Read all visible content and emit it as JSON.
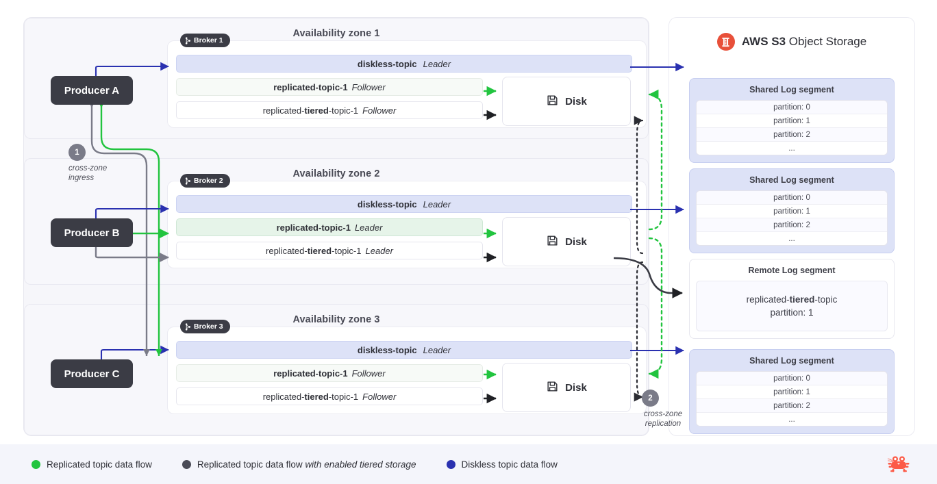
{
  "zones": [
    {
      "title": "Availability zone 1",
      "broker": "Broker 1",
      "topics": [
        {
          "name": "diskless-topic",
          "role": "Leader",
          "style": "diskless"
        },
        {
          "name": "replicated-topic-1",
          "role": "Follower",
          "style": "repl-follower"
        },
        {
          "name_pre": "replicated-",
          "name_bold": "tiered",
          "name_post": "-topic-1",
          "role": "Follower",
          "style": "tiered"
        }
      ],
      "disk": "Disk"
    },
    {
      "title": "Availability zone 2",
      "broker": "Broker 2",
      "topics": [
        {
          "name": "diskless-topic",
          "role": "Leader",
          "style": "diskless"
        },
        {
          "name": "replicated-topic-1",
          "role": "Leader",
          "style": "repl-leader"
        },
        {
          "name_pre": "replicated-",
          "name_bold": "tiered",
          "name_post": "-topic-1",
          "role": "Leader",
          "style": "tiered"
        }
      ],
      "disk": "Disk"
    },
    {
      "title": "Availability zone 3",
      "broker": "Broker 3",
      "topics": [
        {
          "name": "diskless-topic",
          "role": "Leader",
          "style": "diskless"
        },
        {
          "name": "replicated-topic-1",
          "role": "Follower",
          "style": "repl-follower"
        },
        {
          "name_pre": "replicated-",
          "name_bold": "tiered",
          "name_post": "-topic-1",
          "role": "Follower",
          "style": "tiered"
        }
      ],
      "disk": "Disk"
    }
  ],
  "producers": [
    {
      "label": "Producer A"
    },
    {
      "label": "Producer B"
    },
    {
      "label": "Producer C"
    }
  ],
  "steps": [
    {
      "number": "1",
      "label_line1": "cross-zone",
      "label_line2": "ingress"
    },
    {
      "number": "2",
      "label_line1": "cross-zone",
      "label_line2": "replication"
    }
  ],
  "storage": {
    "title_bold": "AWS S3",
    "title_rest": " Object Storage",
    "logo_icon": "aws-s3-icon",
    "segments": [
      {
        "title": "Shared Log segment",
        "type": "shared",
        "partitions": [
          "partition: 0",
          "partition: 1",
          "partition: 2",
          "..."
        ]
      },
      {
        "title": "Shared Log segment",
        "type": "shared",
        "partitions": [
          "partition: 0",
          "partition: 1",
          "partition: 2",
          "..."
        ]
      },
      {
        "title": "Remote Log segment",
        "type": "remote",
        "body_pre": "replicated-",
        "body_bold": "tiered",
        "body_post": "-topic",
        "body_line2": "partition: 1"
      },
      {
        "title": "Shared Log segment",
        "type": "shared",
        "partitions": [
          "partition: 0",
          "partition: 1",
          "partition: 2",
          "..."
        ]
      }
    ]
  },
  "legend": [
    {
      "color": "#22c43f",
      "text": "Replicated topic data flow",
      "italic": ""
    },
    {
      "color": "#4b4c57",
      "text": "Replicated topic data flow ",
      "italic": "with enabled tiered storage"
    },
    {
      "color": "#2a31b0",
      "text": "Diskless topic data flow",
      "italic": ""
    }
  ],
  "colors": {
    "green": "#22c43f",
    "dark": "#4b4c57",
    "blue": "#2a31b0",
    "gray_arrow": "#7a7b88",
    "brand_red": "#f0503c"
  },
  "brand_logo": "crab-logo"
}
